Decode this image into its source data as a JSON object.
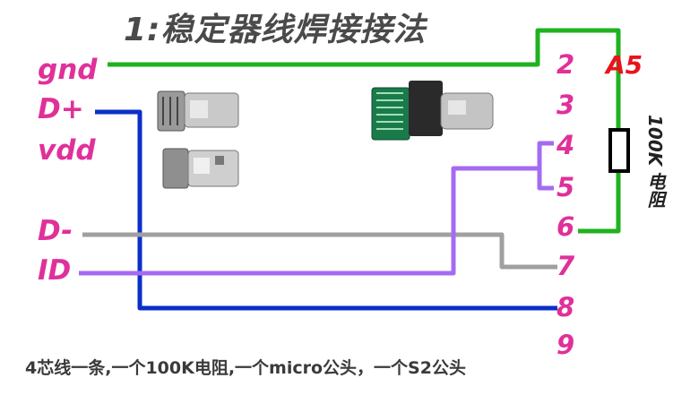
{
  "title": "1:稳定器线焊接接法",
  "left_labels": [
    {
      "key": "gnd",
      "text": "gnd"
    },
    {
      "key": "dplus",
      "text": "D+"
    },
    {
      "key": "vdd",
      "text": "vdd"
    },
    {
      "key": "dminus",
      "text": "D-"
    },
    {
      "key": "id",
      "text": "ID"
    }
  ],
  "pins": [
    "2",
    "3",
    "4",
    "5",
    "6",
    "7",
    "8",
    "9"
  ],
  "a5_label": "A5",
  "resistor_label": "100K 电阻",
  "caption": "4芯线一条,一个100K电阻,一个micro公头，一个S2公头",
  "wire_colors": {
    "gnd": "#1fb21f",
    "dplus": "#0a2fc8",
    "dminus": "#a0a0a0",
    "id": "#a46bf2"
  }
}
